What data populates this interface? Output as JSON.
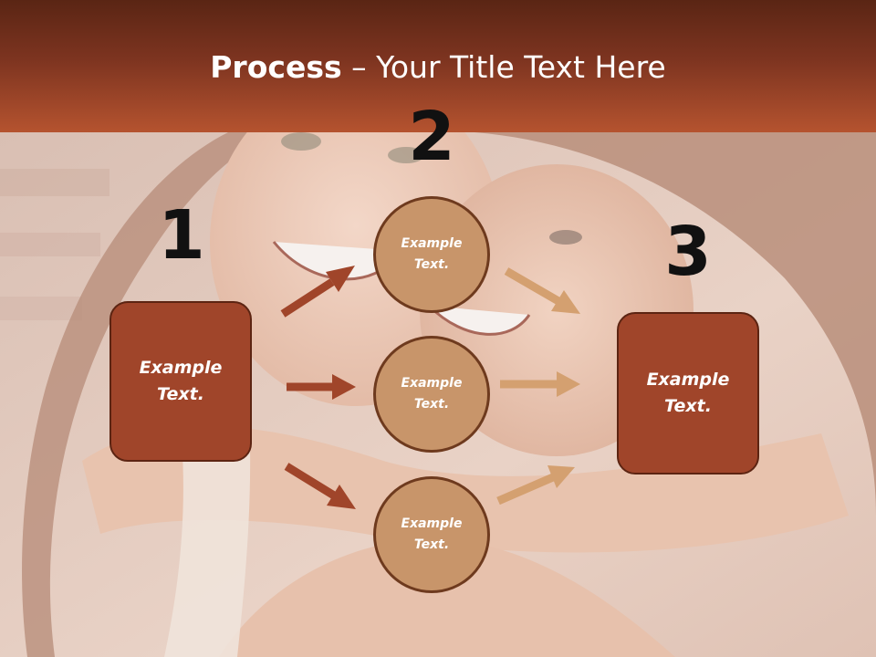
{
  "title": {
    "bold": "Process",
    "rest": " – Your Title Text Here"
  },
  "numbers": {
    "n1": "1",
    "n2": "2",
    "n3": "3"
  },
  "left_box": {
    "text": "Example Text."
  },
  "right_box": {
    "text": "Example Text."
  },
  "circles": [
    {
      "text": "Example Text."
    },
    {
      "text": "Example Text."
    },
    {
      "text": "Example Text."
    }
  ],
  "colors": {
    "header_dark": "#5a2514",
    "header_light": "#b5532f",
    "box_fill": "#a0452a",
    "circle_fill": "#c8956a",
    "arrow_dark": "#a0452a",
    "arrow_light": "#d4a070"
  }
}
